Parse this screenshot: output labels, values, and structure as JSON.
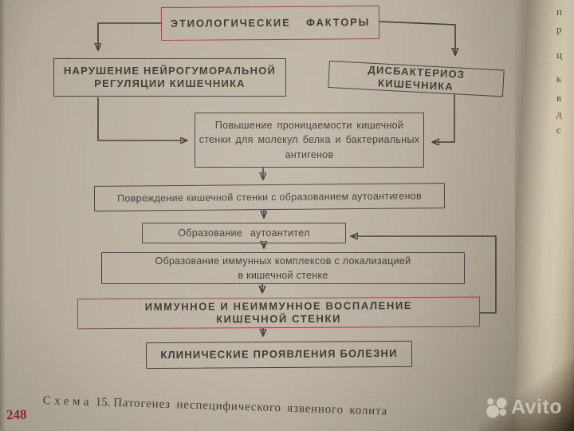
{
  "meta": {
    "page_number": "248"
  },
  "caption": {
    "schema_word": "Схема",
    "schema_number": "15.",
    "text": "Патогенез неспецифического язвенного колита"
  },
  "diagram": {
    "nodes": [
      {
        "name": "etiological-factors",
        "accent": true,
        "lines": [
          "ЭТИОЛОГИЧЕСКИЕ ФАКТОРЫ"
        ]
      },
      {
        "name": "neurohumoral-regulation",
        "accent": false,
        "lines": [
          "НАРУШЕНИЕ НЕЙРОГУМОРАЛЬНОЙ",
          "РЕГУЛЯЦИИ КИШЕЧНИКА"
        ]
      },
      {
        "name": "intestinal-dysbacteriosis",
        "accent": false,
        "lines": [
          "ДИСБАКТЕРИОЗ КИШЕЧНИКА"
        ]
      },
      {
        "name": "increased-permeability",
        "accent": false,
        "lines": [
          "Повышение проницаемости кишечной",
          "стенки для молекул белка и бактериальных",
          "антигенов"
        ]
      },
      {
        "name": "wall-damage-autoantigens",
        "accent": false,
        "lines": [
          "Повреждение кишечной стенки с образованием аутоантигенов"
        ]
      },
      {
        "name": "autoantibody-formation",
        "accent": false,
        "lines": [
          "Образование аутоантител"
        ]
      },
      {
        "name": "immune-complex-formation",
        "accent": false,
        "lines": [
          "Образование иммунных комплексов с локализацией",
          "в кишечной стенке"
        ]
      },
      {
        "name": "immune-nonimmune-inflammation",
        "accent": true,
        "lines": [
          "ИММУННОЕ И НЕИММУННОЕ ВОСПАЛЕНИЕ",
          "КИШЕЧНОЙ СТЕНКИ"
        ]
      },
      {
        "name": "clinical-manifestations",
        "accent": false,
        "lines": [
          "КЛИНИЧЕСКИЕ ПРОЯВЛЕНИЯ БОЛЕЗНИ"
        ]
      }
    ]
  },
  "watermark": {
    "text": "Avito"
  },
  "adjacent_page_fragments": {
    "f0": "п",
    "f1": "р",
    "f2": "ц",
    "f3": "к",
    "f4": "в",
    "f5": "д",
    "f6": "с"
  },
  "colors": {
    "accent_border": "#a23e52",
    "box_border": "#45403a",
    "text": "#3e3a33",
    "page_number_red": "#8e2e35",
    "paper": "#bab1a2",
    "watermark": "#e6e0d2"
  }
}
